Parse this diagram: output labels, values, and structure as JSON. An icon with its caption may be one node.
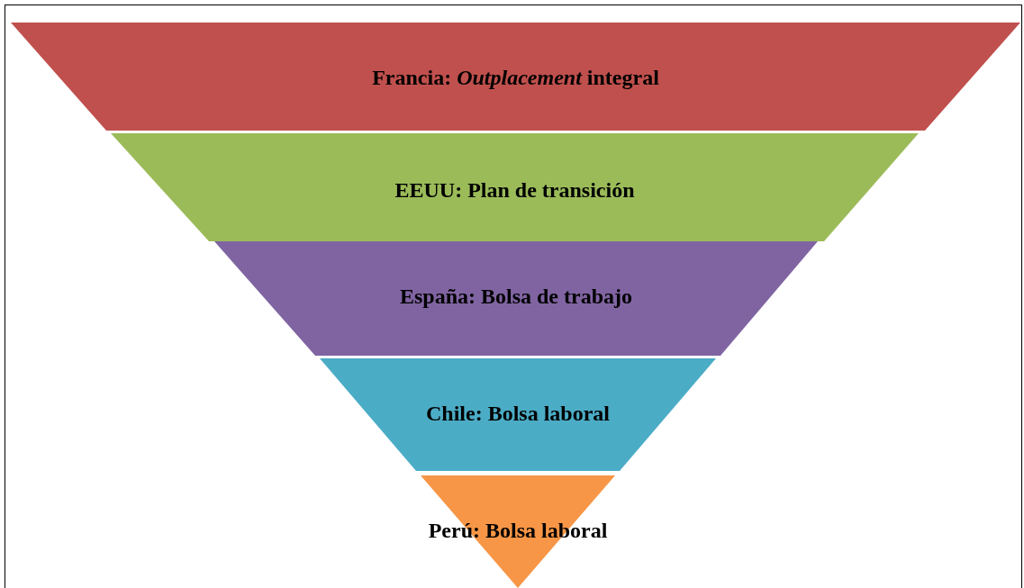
{
  "diagram": {
    "nodes": [
      {
        "text": [
          "Francia: *Outplacement* integral"
        ]
      },
      {
        "text": [
          "EEUU: Plan de transición"
        ]
      },
      {
        "text": [
          "España: Bolsa de trabajo"
        ]
      },
      {
        "text": [
          "Chile: Bolsa laboral"
        ]
      },
      {
        "text": [
          "Perú: Bolsa laboral"
        ]
      }
    ]
  }
}
